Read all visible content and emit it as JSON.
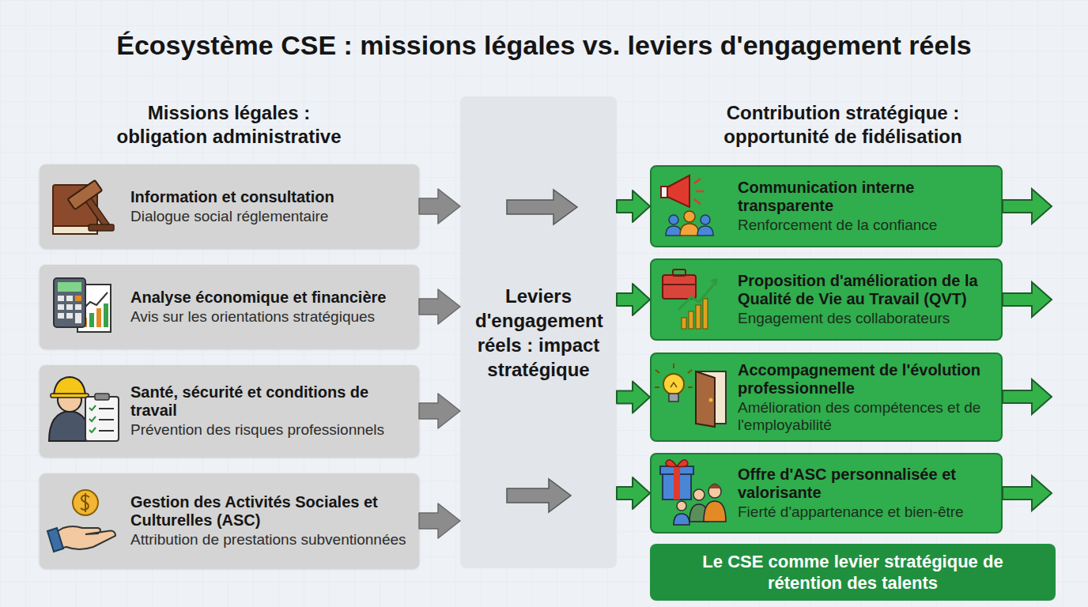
{
  "diagram": {
    "title": "Écosystème CSE : missions légales vs. leviers d'engagement réels",
    "nodes": [
      {
        "text": [
          "Information et consultation",
          "Dialogue social réglementaire"
        ]
      },
      {
        "text": [
          "Analyse économique et financière",
          "Avis sur les orientations stratégiques"
        ]
      },
      {
        "text": [
          "Santé, sécurité et conditions de travail",
          "Prévention des risques professionnels"
        ]
      },
      {
        "text": [
          "Gestion des Activités Sociales et Culturelles (ASC)",
          "Attribution de prestations subventionnées"
        ]
      },
      {
        "text": [
          "Leviers d'engagement réels : impact stratégique"
        ]
      },
      {
        "text": [
          "Communication interne transparente",
          "Renforcement de la confiance"
        ]
      },
      {
        "text": [
          "Proposition d'amélioration de la Qualité de Vie au Travail (QVT)",
          "Engagement des collaborateurs"
        ]
      },
      {
        "text": [
          "Accompagnement de l'évolution professionnelle",
          "Amélioration des compétences et de l'employabilité"
        ]
      },
      {
        "text": [
          "Offre d'ASC personnalisée et valorisante",
          "Fierté d'appartenance et bien-être"
        ]
      },
      {
        "text": [
          "Le CSE comme levier stratégique de rétention des talents"
        ]
      }
    ],
    "edges": [
      {
        "from": 0,
        "to": 4,
        "arrow": "to"
      },
      {
        "from": 1,
        "to": 4,
        "arrow": "to"
      },
      {
        "from": 2,
        "to": 4,
        "arrow": "to"
      },
      {
        "from": 3,
        "to": 4,
        "arrow": "to"
      },
      {
        "from": 4,
        "to": 5,
        "arrow": "to"
      },
      {
        "from": 4,
        "to": 6,
        "arrow": "to"
      },
      {
        "from": 4,
        "to": 7,
        "arrow": "to"
      },
      {
        "from": 4,
        "to": 8,
        "arrow": "to"
      }
    ],
    "labels": [
      "Missions légales : obligation administrative",
      "Contribution stratégique : opportunité de fidélisation"
    ]
  }
}
